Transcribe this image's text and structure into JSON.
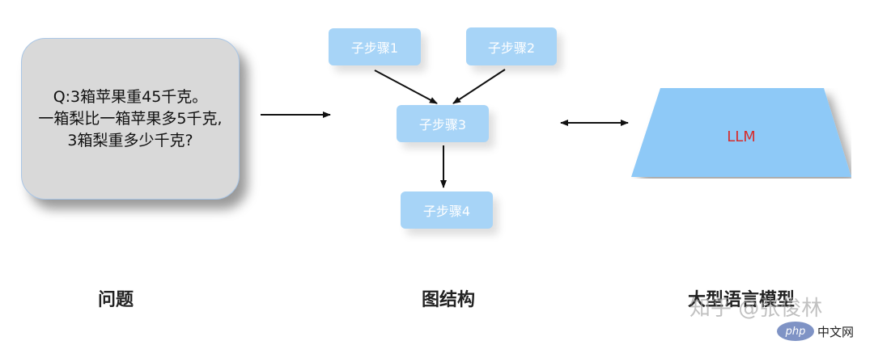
{
  "question": {
    "lines": [
      "Q:3箱苹果重45千克。",
      "一箱梨比一箱苹果多5千克,",
      "3箱梨重多少千克?"
    ]
  },
  "steps": [
    "子步骤1",
    "子步骤2",
    "子步骤3",
    "子步骤4"
  ],
  "llm": {
    "label": "LLM"
  },
  "captions": {
    "question": "问题",
    "graph": "图结构",
    "llm": "大型语言模型"
  },
  "watermark": "知乎 @张俊林",
  "site_badge": {
    "logo": "php",
    "text": "中文网"
  },
  "colors": {
    "step_fill": "#a7d4f7",
    "llm_fill": "#8ec9f7",
    "llm_text": "#d62d2d",
    "question_fill": "#d9d9d9"
  }
}
